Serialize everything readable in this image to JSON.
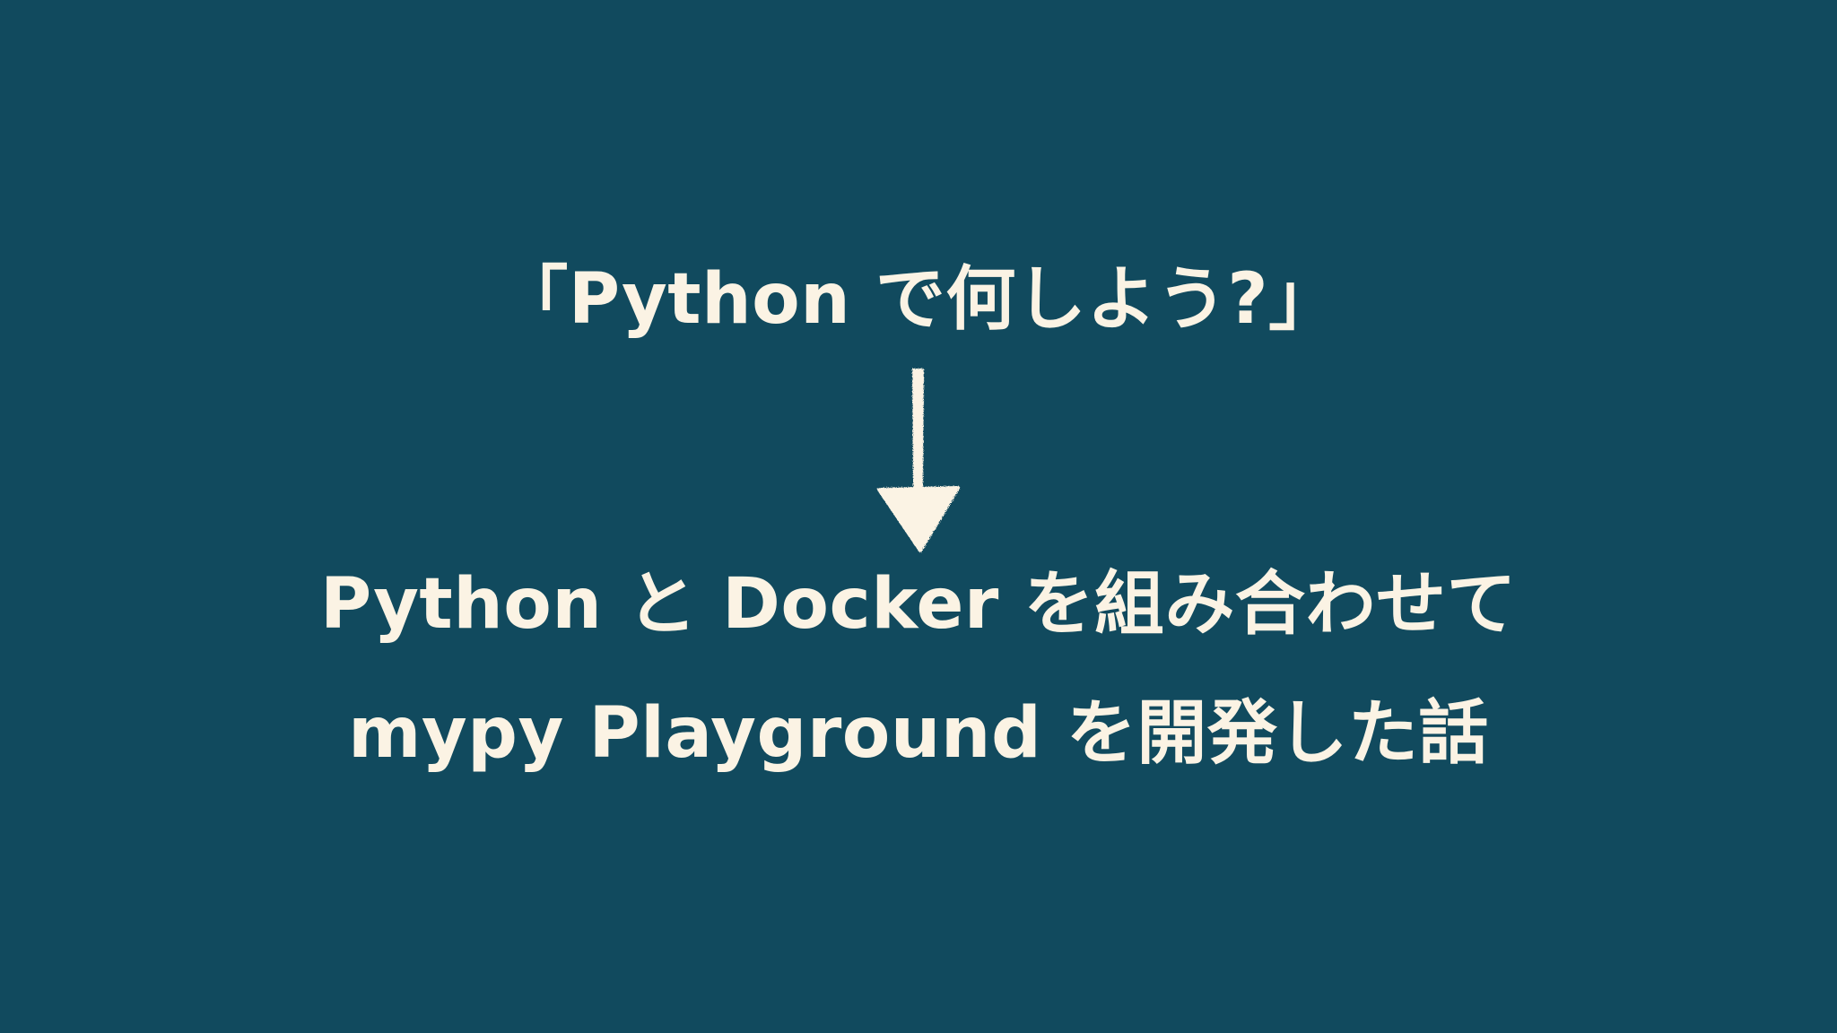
{
  "slide": {
    "question": "「Python で何しよう?」",
    "answer_line1": "Python と Docker を組み合わせて",
    "answer_line2": "mypy Playground を開発した話",
    "arrow_icon": "down-arrow-icon",
    "colors": {
      "background": "#114A5E",
      "text": "#FBF3E4"
    }
  }
}
